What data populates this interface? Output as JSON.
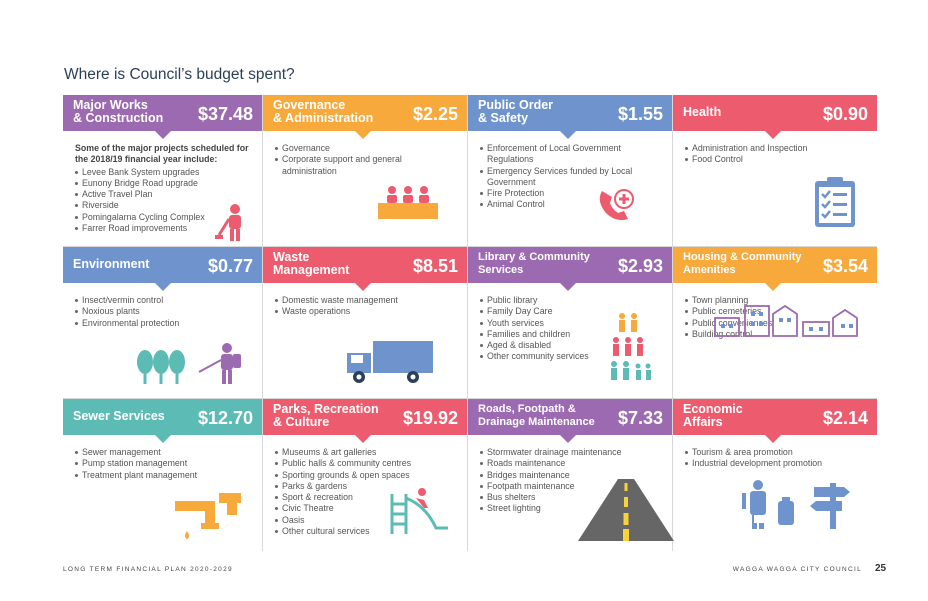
{
  "page": {
    "title": "Where is Council’s budget spent?",
    "footer_left": "LONG TERM FINANCIAL PLAN 2020-2029",
    "footer_right": "WAGGA WAGGA CITY COUNCIL",
    "page_number": "25"
  },
  "colors": {
    "purple": "#9c6ab0",
    "orange": "#f7a93b",
    "blue": "#6f94cd",
    "red": "#ec5c6e",
    "teal": "#5cbcb5"
  },
  "cells": [
    {
      "name_1": "Major Works",
      "name_2": "& Construction",
      "amount": "$37.48",
      "intro": "Some of the major projects scheduled for the 2018/19 financial year include:",
      "items": [
        "Levee Bank System upgrades",
        "Eunony Bridge Road upgrade",
        "Active Travel Plan",
        "Riverside",
        "Pomingalarna Cycling Complex",
        "Farrer Road improvements"
      ],
      "icon": "construction-worker-icon"
    },
    {
      "name_1": "Governance",
      "name_2": "& Administration",
      "amount": "$2.25",
      "items": [
        "Governance",
        "Corporate support and general administration"
      ],
      "icon": "council-meeting-icon"
    },
    {
      "name_1": "Public Order",
      "name_2": "& Safety",
      "amount": "$1.55",
      "items": [
        "Enforcement of Local Government Regulations",
        "Emergency Services funded by Local Government",
        "Fire Protection",
        "Animal Control"
      ],
      "icon": "emergency-phone-icon"
    },
    {
      "name_1": "Health",
      "name_2": "",
      "amount": "$0.90",
      "items": [
        "Administration and Inspection",
        "Food Control"
      ],
      "icon": "checklist-clipboard-icon"
    },
    {
      "name_1": "Environment",
      "name_2": "",
      "amount": "$0.77",
      "items": [
        "Insect/vermin control",
        "Noxious plants",
        "Environmental protection"
      ],
      "icon": "trees-sprayer-icon"
    },
    {
      "name_1": "Waste",
      "name_2": "Management",
      "amount": "$8.51",
      "items": [
        "Domestic waste management",
        "Waste operations"
      ],
      "icon": "garbage-truck-icon"
    },
    {
      "name_1": "Library & Community",
      "name_2": "Services",
      "amount": "$2.93",
      "items": [
        "Public library",
        "Family Day Care",
        "Youth services",
        "Families and children",
        "Aged & disabled",
        "Other community services"
      ],
      "icon": "community-people-icon"
    },
    {
      "name_1": "Housing & Community",
      "name_2": "Amenities",
      "amount": "$3.54",
      "items": [
        "Town planning",
        "Public cemeteries",
        "Public conveniences",
        "Building control"
      ],
      "icon": "houses-icon"
    },
    {
      "name_1": "Sewer Services",
      "name_2": "",
      "amount": "$12.70",
      "items": [
        "Sewer management",
        "Pump station management",
        "Treatment plant management"
      ],
      "icon": "pipe-tap-icon"
    },
    {
      "name_1": "Parks, Recreation",
      "name_2": "& Culture",
      "amount": "$19.92",
      "items": [
        "Museums & art galleries",
        "Public halls & community centres",
        "Sporting grounds & open spaces",
        "Parks & gardens",
        "Sport & recreation",
        "Civic Theatre",
        "Oasis",
        "Other cultural services"
      ],
      "icon": "playground-slide-icon"
    },
    {
      "name_1": "Roads, Footpath &",
      "name_2": "Drainage Maintenance",
      "amount": "$7.33",
      "items": [
        "Stormwater drainage maintenance",
        "Roads maintenance",
        "Bridges maintenance",
        "Footpath maintenance",
        "Bus shelters",
        "Street lighting"
      ],
      "icon": "road-icon"
    },
    {
      "name_1": "Economic",
      "name_2": "Affairs",
      "amount": "$2.14",
      "items": [
        "Tourism & area promotion",
        "Industrial development promotion"
      ],
      "icon": "tourist-signpost-icon"
    }
  ]
}
